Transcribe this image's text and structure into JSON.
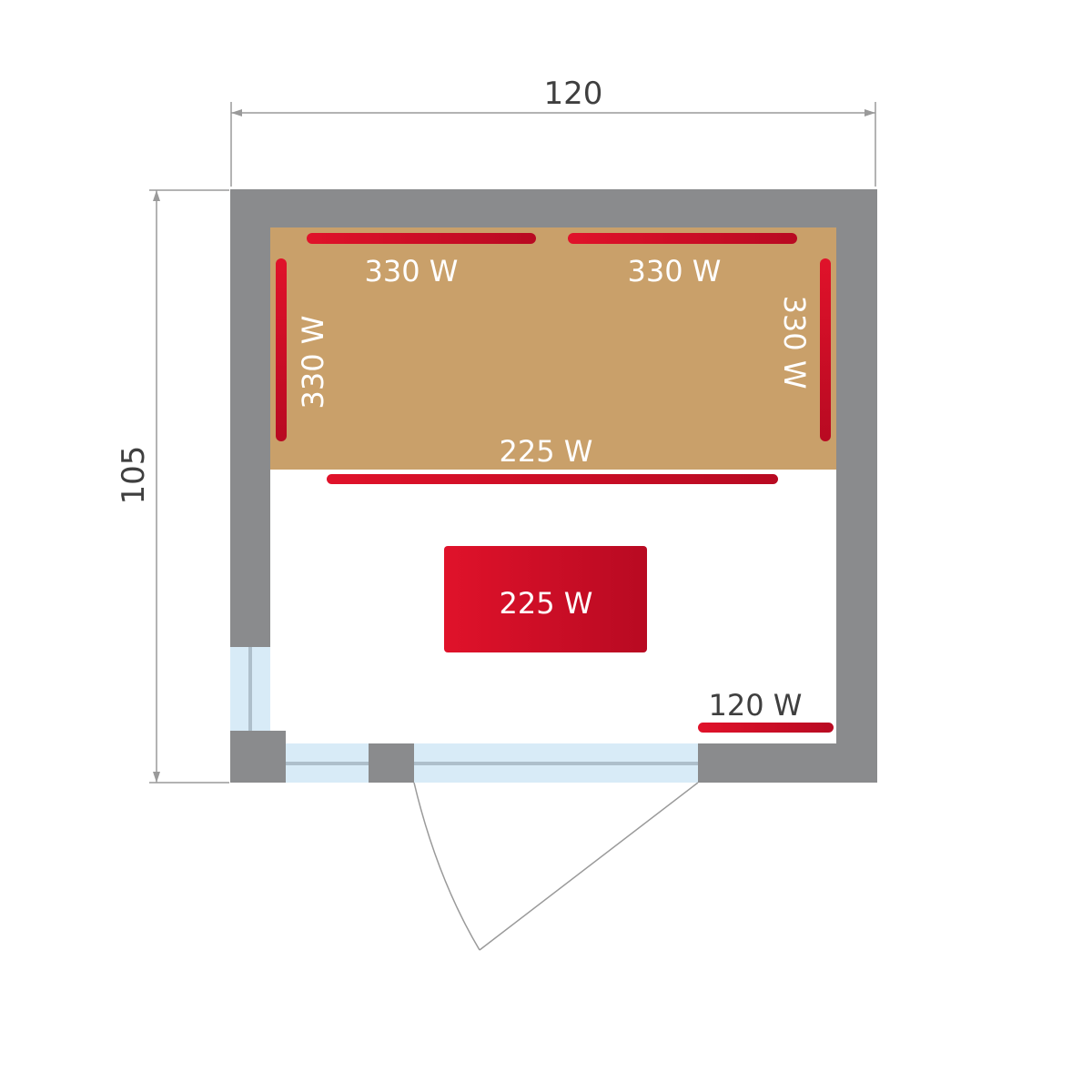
{
  "dimensions": {
    "width_label": "120",
    "height_label": "105"
  },
  "heaters": {
    "top_left": "330 W",
    "top_right": "330 W",
    "left": "330 W",
    "right": "330 W",
    "bench_front": "225 W",
    "floor": "225 W",
    "front_corner": "120 W"
  },
  "colors": {
    "wall": "#8a8b8d",
    "bench": "#c9a06a",
    "heater_red": "#d5091b",
    "glass": "#d8ebf7",
    "glass_line": "#aebfcb",
    "dimension_line": "#9a9a9a",
    "door_line": "#9a9a9a"
  }
}
